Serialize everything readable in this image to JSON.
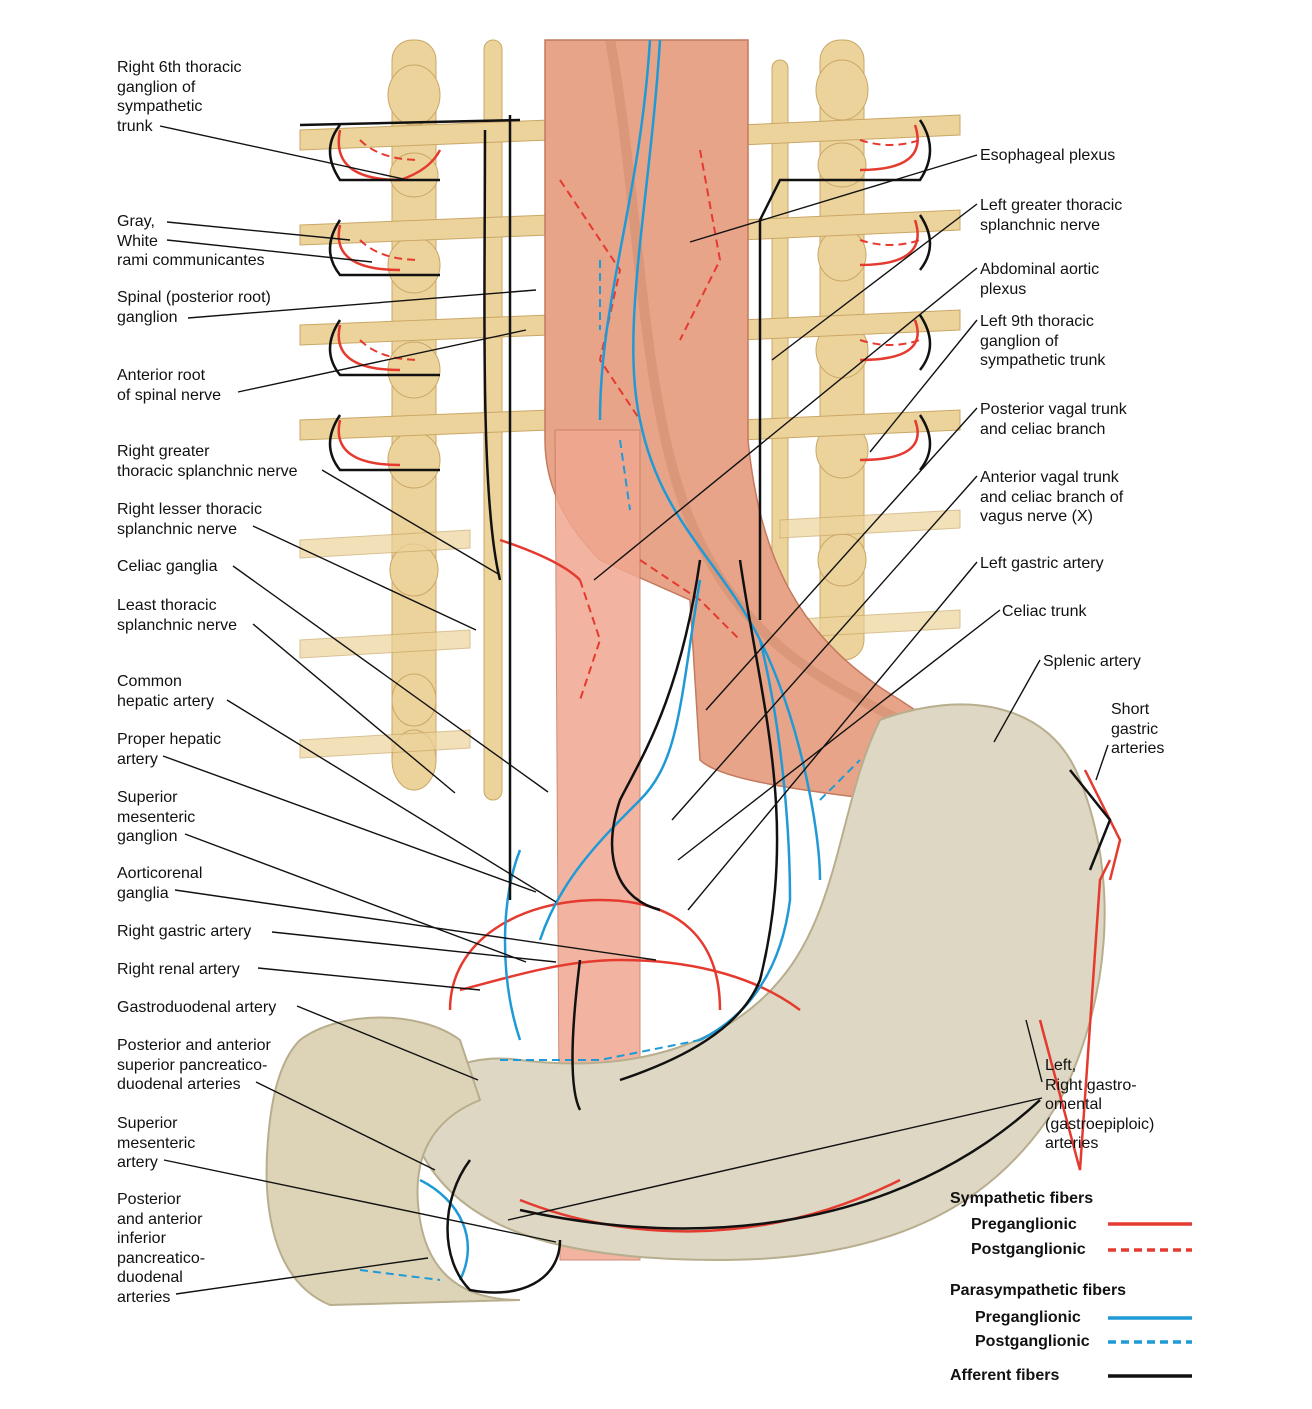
{
  "labels_left": [
    "Right 6th thoracic\nganglion of\nsympathetic\ntrunk",
    "Gray,\nWhite\nrami communicantes",
    "Spinal (posterior root)\nganglion",
    "Anterior root\nof spinal nerve",
    "Right greater\nthoracic splanchnic nerve",
    "Right lesser thoracic\nsplanchnic nerve",
    "Celiac ganglia",
    "Least thoracic\nsplanchnic nerve",
    "Common\nhepatic artery",
    "Proper hepatic\nartery",
    "Superior\nmesenteric\nganglion",
    "Aorticorenal\nganglia",
    "Right gastric artery",
    "Right renal artery",
    "Gastroduodenal artery",
    "Posterior and anterior\nsuperior pancreatico-\nduodenal arteries",
    "Superior\nmesenteric\nartery",
    "Posterior\nand anterior\ninferior\npancreatico-\nduodenal\narteries"
  ],
  "labels_right": [
    "Esophageal plexus",
    "Left greater thoracic\nsplanchnic nerve",
    "Abdominal aortic\nplexus",
    "Left 9th thoracic\nganglion of\nsympathetic trunk",
    "Posterior vagal trunk\nand celiac branch",
    "Anterior vagal trunk\nand celiac branch of\nvagus nerve (X)",
    "Left gastric artery",
    "Celiac trunk",
    "Splenic artery",
    "Short\ngastric\narteries",
    "Left,\nRight gastro-\nomental\n(gastroepiploic)\narteries"
  ],
  "legend": {
    "sympathetic_title": "Sympathetic fibers",
    "symp_pre": "Preganglionic",
    "symp_post": "Postganglionic",
    "parasympathetic_title": "Parasympathetic fibers",
    "para_pre": "Preganglionic",
    "para_post": "Postganglionic",
    "afferent": "Afferent fibers"
  },
  "colors": {
    "sympathetic": "#e53a2f",
    "parasympathetic": "#1f9ad6",
    "afferent": "#111111",
    "trunk": "#e8c98a",
    "esophagus": "#e9a184",
    "stomach": "#d9d3bf",
    "artery": "#e56a55"
  }
}
